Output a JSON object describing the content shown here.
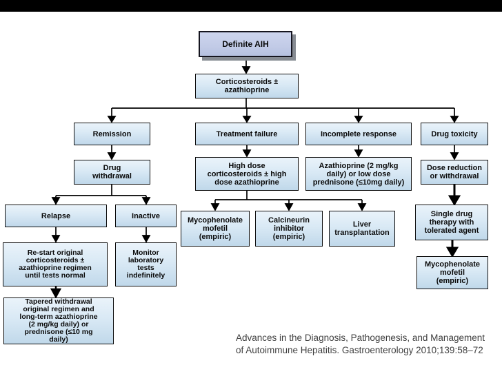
{
  "colors": {
    "top_bar": "#000000",
    "box_fill_top": "#eaf3fa",
    "box_fill_bottom": "#c0d8ea",
    "box_border": "#0c0c0c",
    "title_box_fill": "#c2cbe7",
    "arrow": "#000000",
    "citation_text": "#3f3f3f"
  },
  "flowchart": {
    "nodes": {
      "definite_aih": {
        "label": "Definite AIH"
      },
      "corticosteroids": {
        "label": "Corticosteroids ±\nazathioprine"
      },
      "remission": {
        "label": "Remission"
      },
      "treatment_failure": {
        "label": "Treatment failure"
      },
      "incomplete_response": {
        "label": "Incomplete response"
      },
      "drug_toxicity": {
        "label": "Drug toxicity"
      },
      "drug_withdrawal": {
        "label": "Drug\nwithdrawal"
      },
      "high_dose": {
        "label": "High dose\ncorticosteroids ± high\ndose azathioprine"
      },
      "azathioprine_low_dose": {
        "label": "Azathioprine (2 mg/kg\ndaily) or low dose\nprednisone (≤10mg daily)"
      },
      "dose_reduction": {
        "label": "Dose reduction\nor withdrawal"
      },
      "relapse": {
        "label": "Relapse"
      },
      "inactive": {
        "label": "Inactive"
      },
      "mycophenolate_left": {
        "label": "Mycophenolate\nmofetil\n(empiric)"
      },
      "calcineurin": {
        "label": "Calcineurin\ninhibitor\n(empiric)"
      },
      "liver_transplantation": {
        "label": "Liver\ntransplantation"
      },
      "single_drug": {
        "label": "Single drug\ntherapy with\ntolerated agent"
      },
      "restart_original": {
        "label": "Re-start original\ncorticosteroids ±\nazathioprine regimen\nuntil tests normal"
      },
      "monitor_laboratory": {
        "label": "Monitor\nlaboratory\ntests\nindefinitely"
      },
      "mycophenolate_right": {
        "label": "Mycophenolate\nmofetil\n(empiric)"
      },
      "tapered_withdrawal": {
        "label": "Tapered withdrawal\noriginal regimen and\nlong-term azathioprine\n(2 mg/kg daily) or\nprednisone (≤10 mg\ndaily)"
      }
    }
  },
  "citation": {
    "text": "Advances in the Diagnosis, Pathogenesis, and Management\nof Autoimmune Hepatitis. Gastroenterology 2010;139:58–72"
  }
}
